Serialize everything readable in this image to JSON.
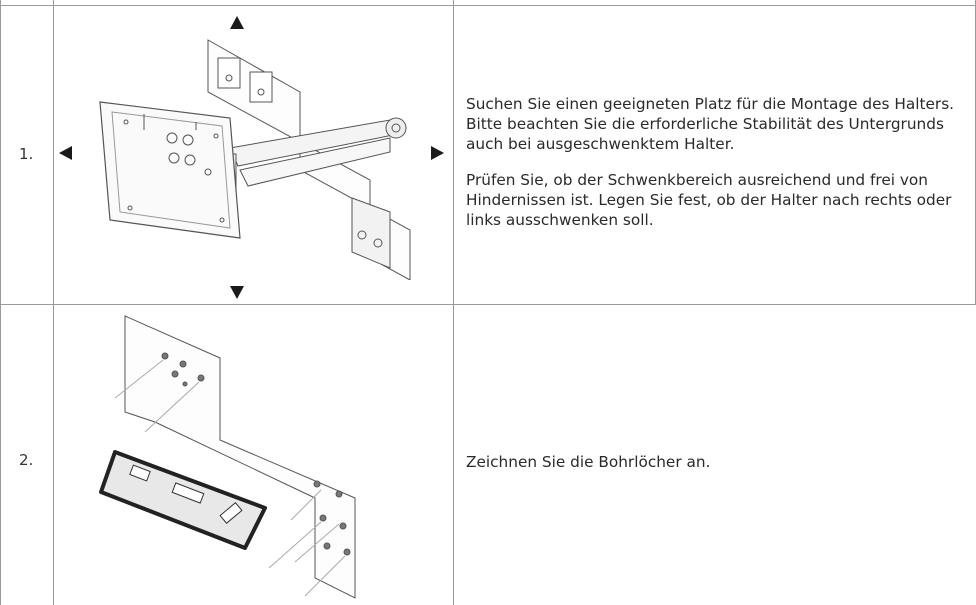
{
  "rows": [
    {
      "number": "1.",
      "paragraphs": [
        "Suchen Sie einen geeigneten Platz für die Montage des Halters. Bitte beachten Sie die erforderliche Stabilität des Untergrunds auch bei ausgeschwenktem Halter.",
        "Prüfen Sie, ob der Schwenkbereich ausreichend und frei von Hindernissen ist. Legen Sie fest, ob der Halter nach rechts oder links ausschwenken soll."
      ],
      "illustration": "swivel-wall-bracket-illustration"
    },
    {
      "number": "2.",
      "paragraphs": [
        "Zeichnen Sie die Bohrlöcher an."
      ],
      "illustration": "drill-hole-marking-illustration"
    }
  ],
  "colors": {
    "line": "#9a9a9a",
    "text": "#2a2a2a",
    "arrow": "#1a1a1a"
  }
}
